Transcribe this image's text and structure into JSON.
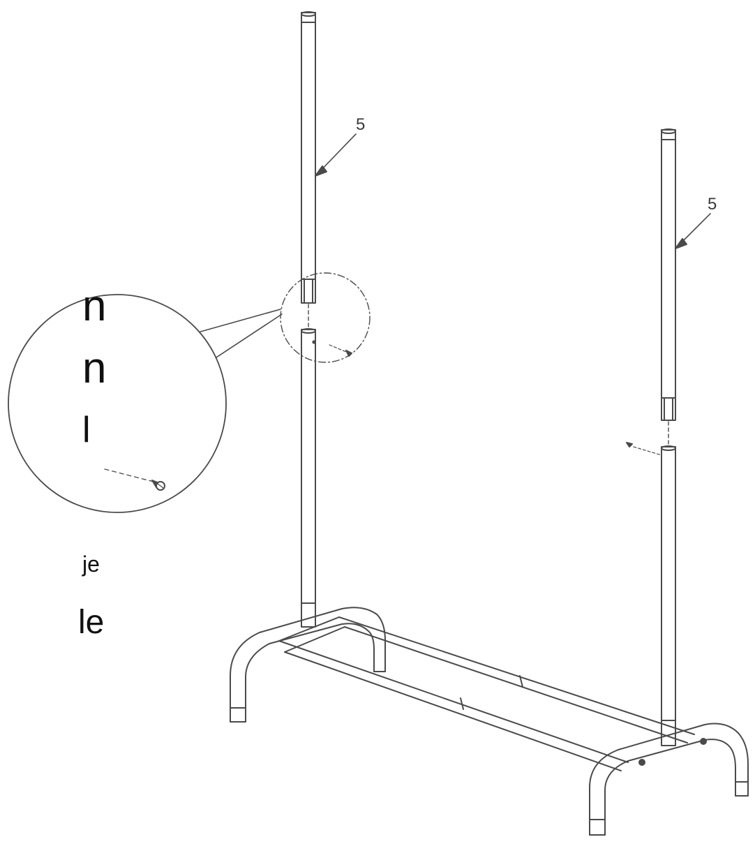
{
  "callouts": {
    "left_pole_part": "5",
    "right_pole_part": "5"
  },
  "detail_text": {
    "line1": "n",
    "line2": "n",
    "line3": "l",
    "line4": "je",
    "line5": "le"
  },
  "colors": {
    "line": "#4a4a4a",
    "background": "#ffffff"
  }
}
